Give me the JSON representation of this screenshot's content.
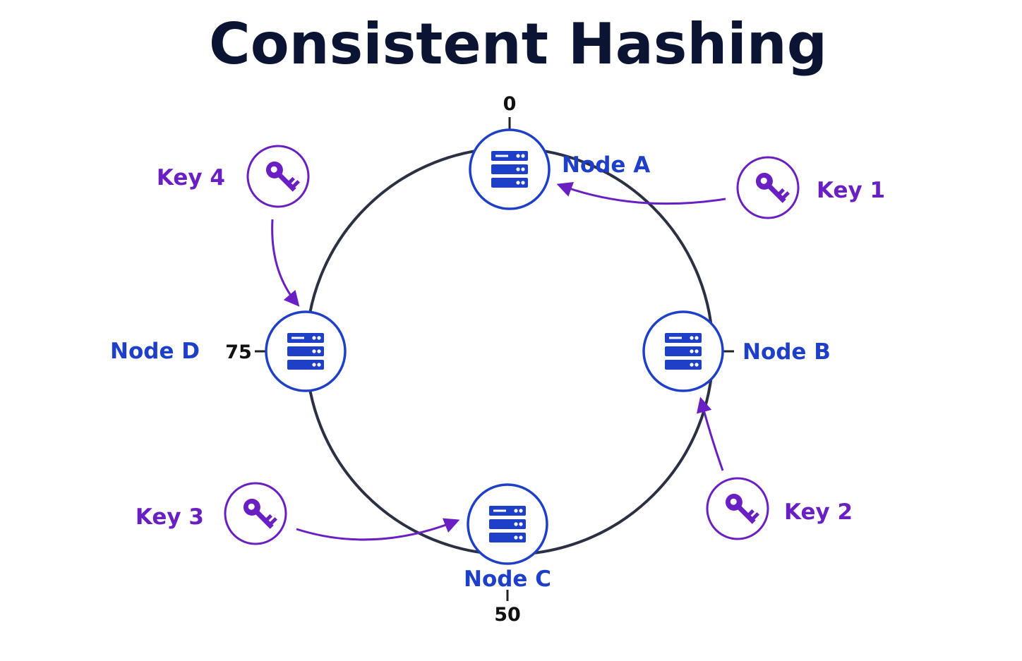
{
  "title": "Consistent Hashing",
  "colors": {
    "ring": "#2b3143",
    "node": "#1e40c8",
    "key": "#6a1fc2",
    "title": "#0b1433",
    "positions": "#111111"
  },
  "icons": {
    "node": "server-icon",
    "key": "key-icon"
  },
  "nodes": [
    {
      "label": "Node A",
      "position": "0"
    },
    {
      "label": "Node B",
      "position": ""
    },
    {
      "label": "Node C",
      "position": "50"
    },
    {
      "label": "Node D",
      "position": "75"
    }
  ],
  "keys": [
    {
      "label": "Key 1",
      "maps_to": "Node A"
    },
    {
      "label": "Key 2",
      "maps_to": "Node B"
    },
    {
      "label": "Key 3",
      "maps_to": "Node C"
    },
    {
      "label": "Key 4",
      "maps_to": "Node D"
    }
  ]
}
